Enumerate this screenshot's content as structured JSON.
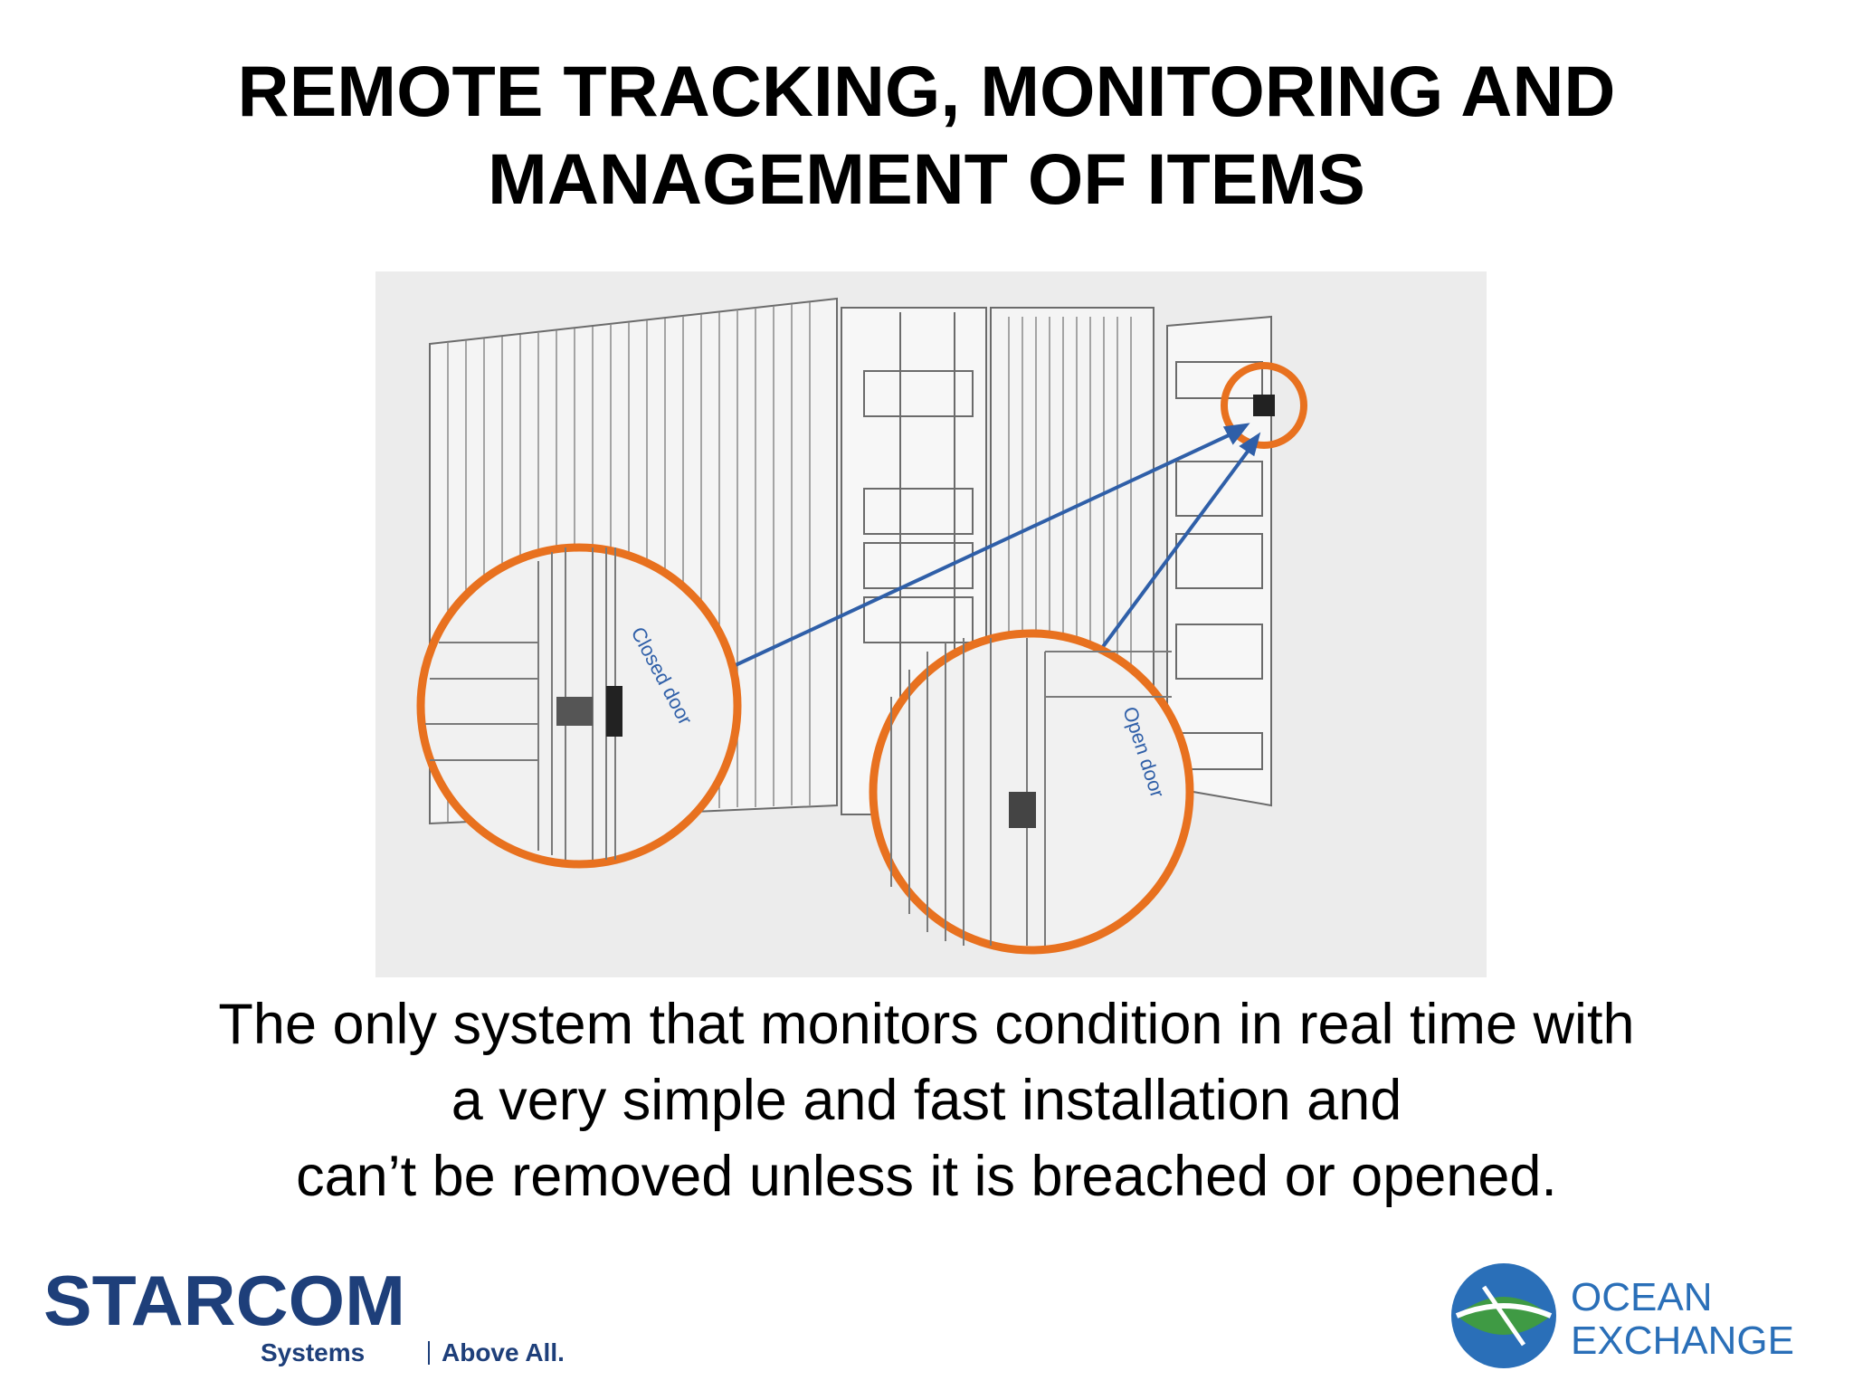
{
  "title": {
    "line1": "REMOTE TRACKING, MONITORING AND",
    "line2": "MANAGEMENT OF ITEMS"
  },
  "figure": {
    "label_closed": "Closed door",
    "label_open": "Open door",
    "accent": "#e8711f",
    "arrow": "#2f5fa8"
  },
  "description": {
    "line1": "The only system that monitors condition in real time with",
    "line2": "a very simple and fast installation and",
    "line3": "can’t be removed unless it is breached or opened."
  },
  "logos": {
    "starcom": {
      "name": "STARCOM",
      "sub1": "Systems",
      "sub2": "Above All.",
      "color": "#1e3f7a"
    },
    "ocean": {
      "line1": "OCEAN",
      "line2": "EXCHANGE",
      "color": "#2a6fb8"
    }
  }
}
